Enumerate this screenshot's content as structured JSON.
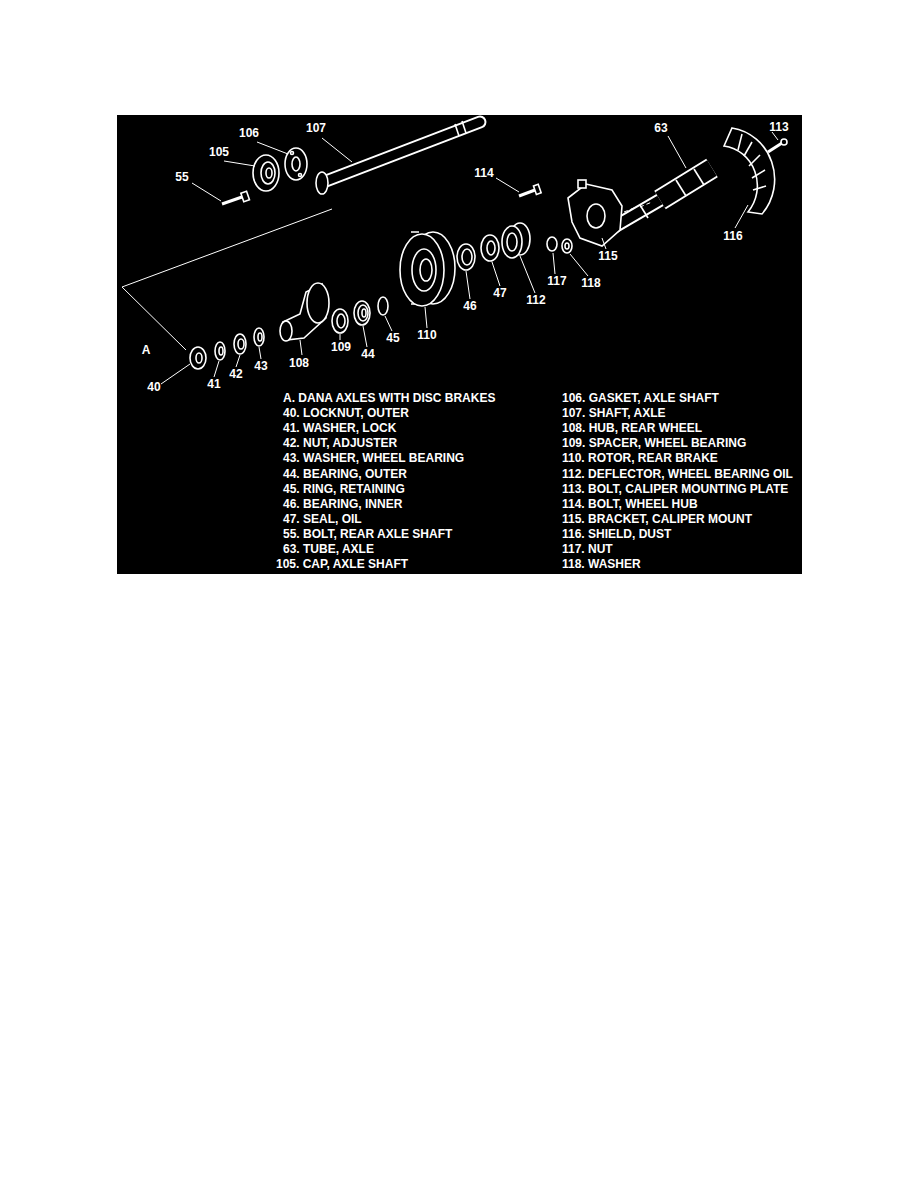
{
  "diagram": {
    "labels": [
      "113",
      "107",
      "63",
      "106",
      "105",
      "114",
      "55",
      "116",
      "115",
      "117",
      "118",
      "47",
      "112",
      "46",
      "110",
      "45",
      "A",
      "109",
      "44",
      "108",
      "43",
      "42",
      "41",
      "40",
      "A. DANA AXLES WITH DISC BRAKES",
      "40. LOCKNUT, OUTER",
      "41. WASHER, LOCK",
      "42. NUT, ADJUSTER",
      "43. WASHER, WHEEL BEARING",
      "44. BEARING, OUTER",
      "45. RING, RETAINING",
      "46. BEARING, INNER",
      "47. SEAL, OIL",
      "55. BOLT, REAR AXLE SHAFT",
      "63. TUBE, AXLE",
      "105. CAP, AXLE SHAFT",
      "106. GASKET, AXLE SHAFT",
      "107. SHAFT, AXLE",
      "108. HUB, REAR WHEEL",
      "109. SPACER, WHEEL BEARING",
      "110. ROTOR, REAR BRAKE",
      "112. DEFLECTOR, WHEEL BEARING OIL",
      "113. BOLT, CALIPER MOUNTING PLATE",
      "114. BOLT, WHEEL HUB",
      "115. BRACKET, CALIPER MOUNT",
      "116. SHIELD, DUST",
      "117. NUT",
      "118. WASHER"
    ]
  }
}
